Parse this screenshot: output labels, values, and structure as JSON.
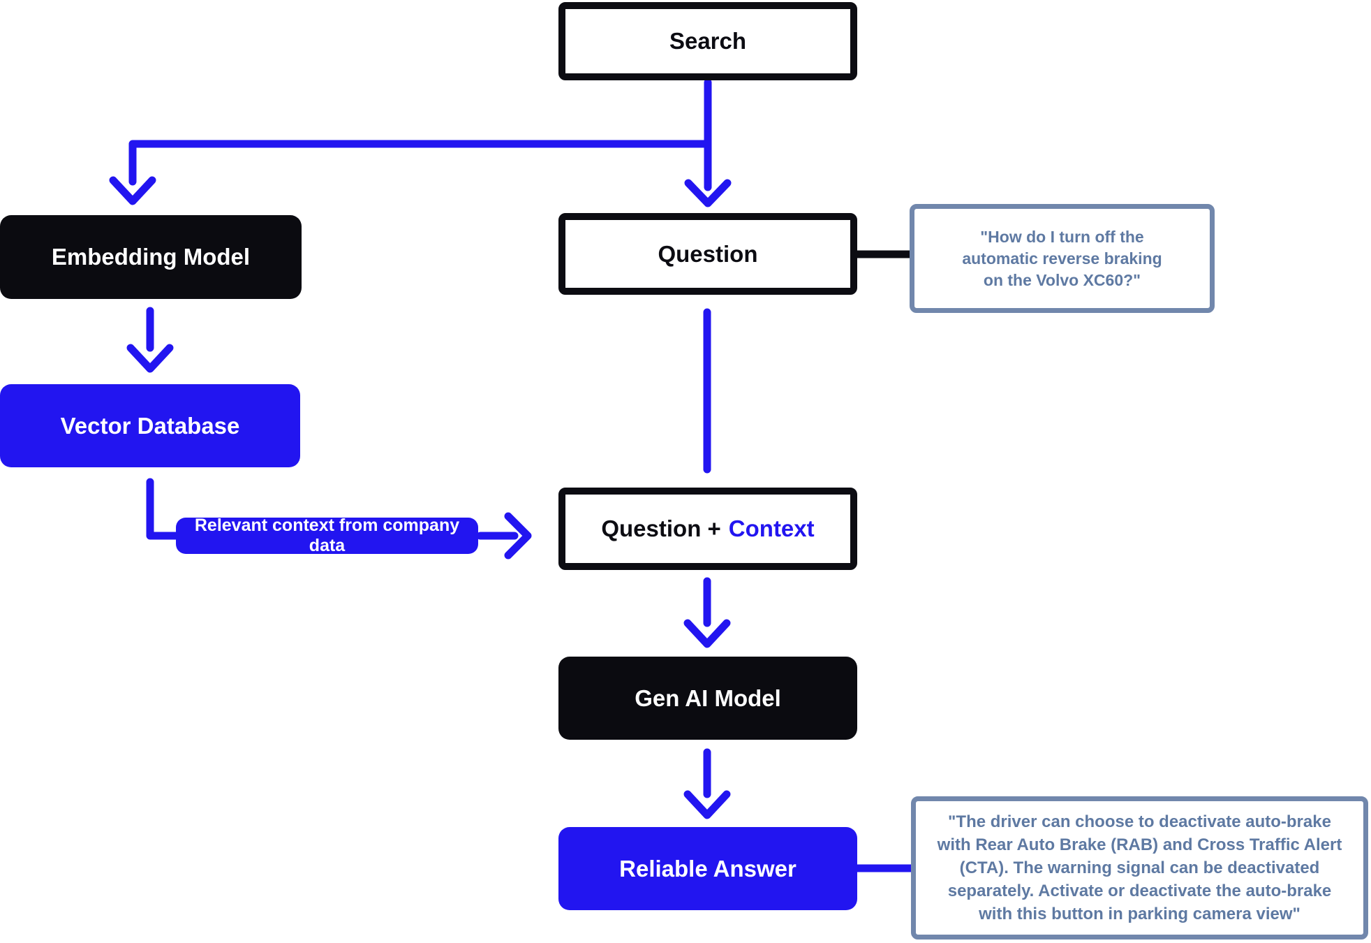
{
  "nodes": {
    "search": {
      "label": "Search"
    },
    "embedding_model": {
      "label": "Embedding Model"
    },
    "question": {
      "label": "Question"
    },
    "vector_database": {
      "label": "Vector Database"
    },
    "relevant_context": {
      "label": "Relevant context from company data"
    },
    "question_context": {
      "label_question": "Question +",
      "label_context": "Context"
    },
    "gen_ai_model": {
      "label": "Gen AI Model"
    },
    "reliable_answer": {
      "label": "Reliable Answer"
    }
  },
  "callouts": {
    "question_quote": {
      "lines": [
        "\"How do I turn off the",
        "automatic reverse braking",
        "on the Volvo XC60?\""
      ]
    },
    "answer_quote": {
      "lines": [
        "\"The driver can choose to deactivate auto-brake",
        "with Rear Auto Brake (RAB) and Cross Traffic Alert",
        "(CTA). The warning signal can be deactivated",
        "separately. Activate or deactivate the auto-brake",
        "with this button in parking camera view\""
      ]
    }
  },
  "colors": {
    "accent_blue": "#2215f0",
    "node_black": "#0b0b10",
    "callout_border": "#7187ac",
    "callout_text": "#5e79a2"
  }
}
